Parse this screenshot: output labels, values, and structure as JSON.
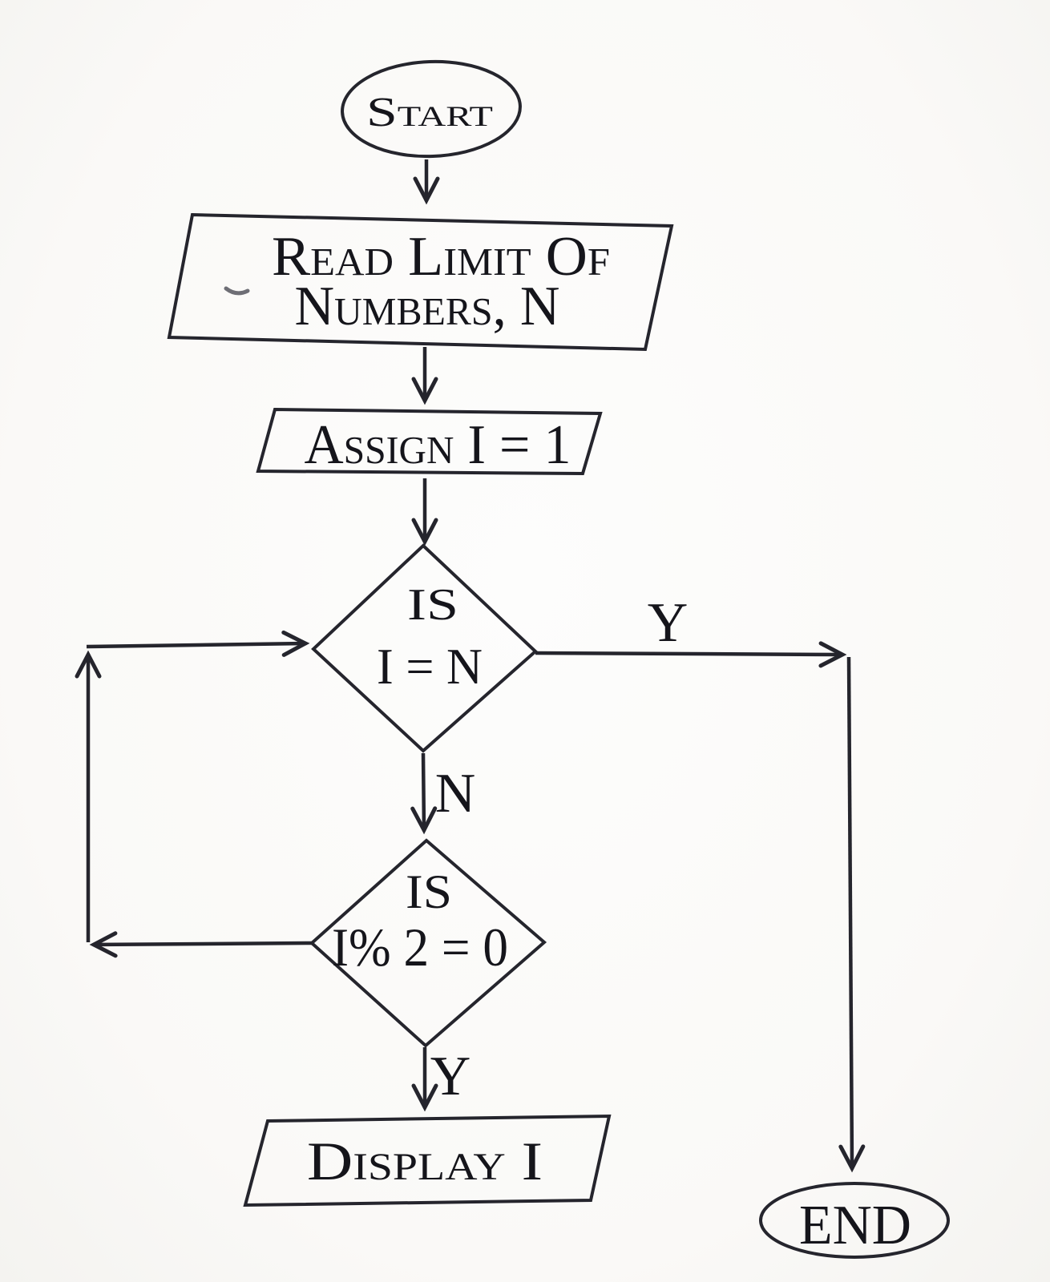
{
  "page": {
    "paper_color": "#fcfcfa",
    "ink_color": "#25252d",
    "text_color": "#15151b"
  },
  "flowchart": {
    "diagram_type": "flowchart",
    "nodes": {
      "start": {
        "shape": "terminator-oval",
        "label": "Start"
      },
      "read": {
        "shape": "io-parallelogram",
        "line1": "Read Limit Of",
        "line2": "Numbers, N"
      },
      "assign": {
        "shape": "io-parallelogram",
        "label": "Assign I = 1"
      },
      "check_limit": {
        "shape": "decision-diamond",
        "line1": "IS",
        "line2": "I = N"
      },
      "check_even": {
        "shape": "decision-diamond",
        "line1": "IS",
        "line2": "I% 2 = 0"
      },
      "display": {
        "shape": "io-parallelogram",
        "label": "Display I"
      },
      "end": {
        "shape": "terminator-oval",
        "label": "END"
      }
    },
    "branch_labels": {
      "check_limit_yes": "Y",
      "check_limit_no": "N",
      "check_even_yes": "Y"
    }
  }
}
